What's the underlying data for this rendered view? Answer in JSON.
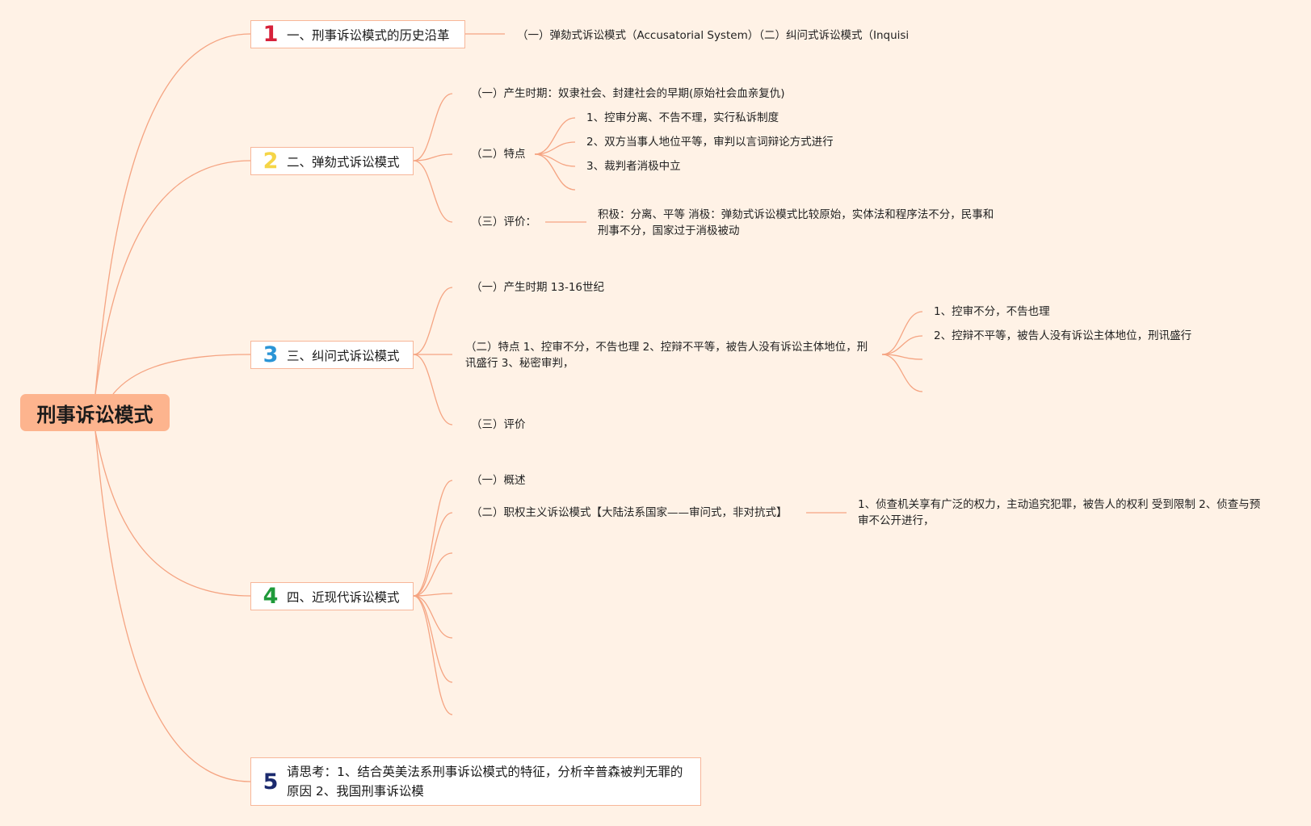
{
  "colors": {
    "background": "#fff2e6",
    "root_fill": "#fdb48e",
    "branch_line": "#f5a482",
    "topic_border": "#f7b699",
    "num1": "#d6213a",
    "num2": "#f5d547",
    "num3": "#2b95d6",
    "num4": "#1f9a3a",
    "num5": "#1b2a6e"
  },
  "root": {
    "label": "刑事诉讼模式"
  },
  "topics": [
    {
      "num": "1",
      "label": "一、刑事诉讼模式的历史沿革",
      "children": [
        {
          "label": "（一）弹劾式诉讼模式（Accusatorial System）（二）纠问式诉讼模式（Inquisi"
        }
      ]
    },
    {
      "num": "2",
      "label": "二、弹劾式诉讼模式",
      "children": [
        {
          "label": "（一）产生时期：奴隶社会、封建社会的早期(原始社会血亲复仇)"
        },
        {
          "label": "（二）特点",
          "children": [
            {
              "label": "1、控审分离、不告不理，实行私诉制度"
            },
            {
              "label": "2、双方当事人地位平等，审判以言词辩论方式进行"
            },
            {
              "label": "3、裁判者消极中立"
            }
          ]
        },
        {
          "label": "（三）评价：",
          "children": [
            {
              "label": "积极：分离、平等 消极：弹劾式诉讼模式比较原始，实体法和程序法不分，民事和刑事不分，国家过于消极被动"
            }
          ]
        }
      ]
    },
    {
      "num": "3",
      "label": "三、纠问式诉讼模式",
      "children": [
        {
          "label": "（一）产生时期 13-16世纪"
        },
        {
          "label": "（二）特点 1、控审不分，不告也理 2、控辩不平等，被告人没有诉讼主体地位，刑讯盛行 3、秘密审判，",
          "children": [
            {
              "label": "1、控审不分，不告也理"
            },
            {
              "label": "2、控辩不平等，被告人没有诉讼主体地位，刑讯盛行"
            }
          ]
        },
        {
          "label": "（三）评价"
        }
      ]
    },
    {
      "num": "4",
      "label": "四、近现代诉讼模式",
      "children": [
        {
          "label": "（一）概述"
        },
        {
          "label": "（二）职权主义诉讼模式【大陆法系国家——审问式，非对抗式】",
          "children": [
            {
              "label": "1、侦查机关享有广泛的权力，主动追究犯罪，被告人的权利 受到限制 2、侦查与预审不公开进行，"
            }
          ]
        }
      ]
    },
    {
      "num": "5",
      "label": "请思考：1、结合英美法系刑事诉讼模式的特征，分析辛普森被判无罪的原因 2、我国刑事诉讼模"
    }
  ]
}
